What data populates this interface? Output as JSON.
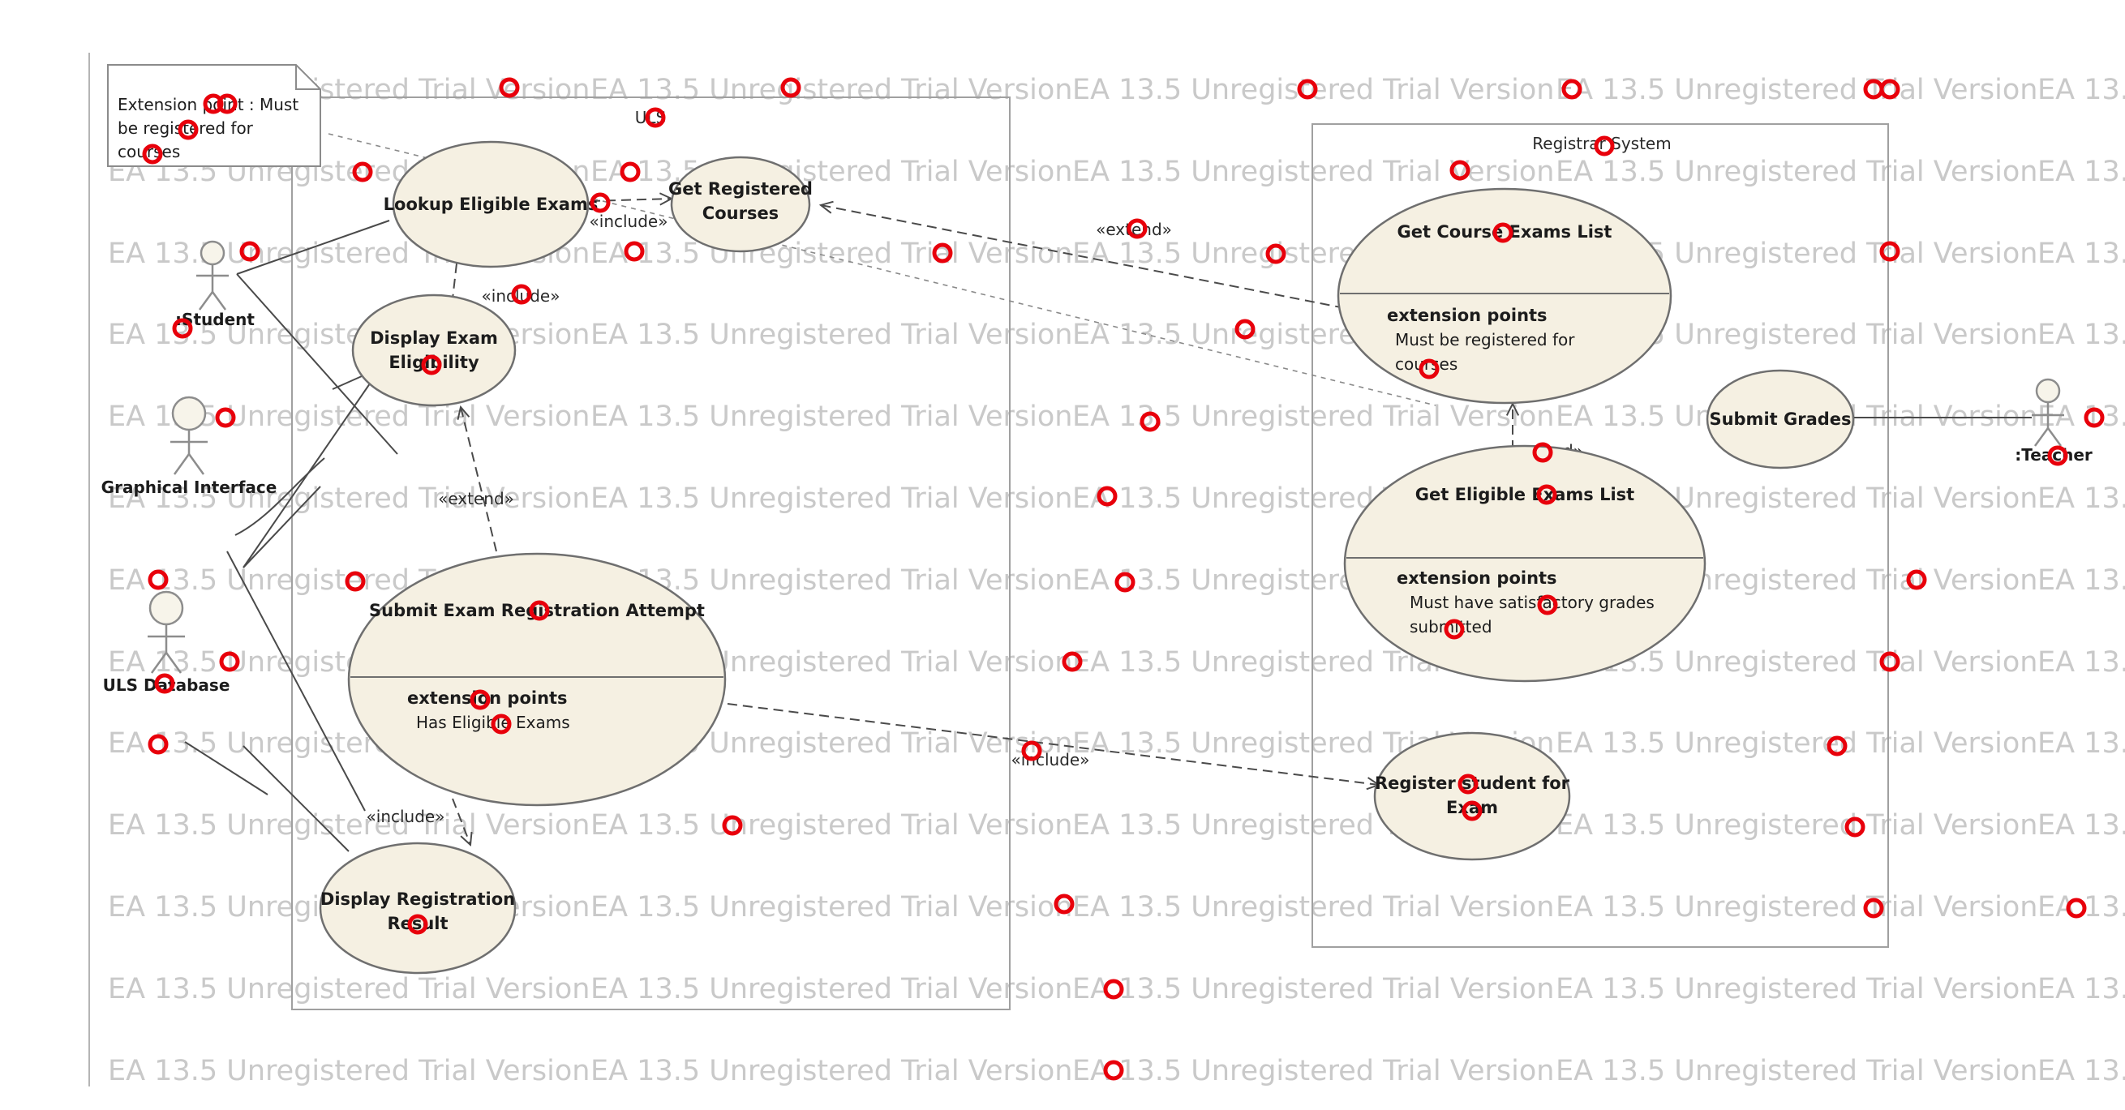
{
  "watermark": "EA 13.5 Unregistered Trial Version",
  "boundaries": {
    "uls": {
      "title": "ULS"
    },
    "registrar": {
      "title": "Registrar System"
    }
  },
  "note": {
    "lines": [
      "Extension point : Must",
      "be registered for",
      "courses"
    ]
  },
  "actors": {
    "student": ":Student",
    "graphical_interface": "Graphical Interface",
    "uls_database": "ULS Database",
    "teacher": ":Teacher"
  },
  "use_cases": {
    "lookup": {
      "lines": [
        "Lookup Eligible Exams"
      ]
    },
    "get_registered": {
      "lines": [
        "Get Registered",
        "Courses"
      ]
    },
    "display_eligibility": {
      "lines": [
        "Display Exam",
        "Eligibility"
      ]
    },
    "submit_attempt": {
      "title": "Submit Exam Registration Attempt",
      "ext_heading": "extension points",
      "ext_lines": [
        "Has Eligible Exams"
      ]
    },
    "display_result": {
      "lines": [
        "Display Registration",
        "Result"
      ]
    },
    "get_course_exams": {
      "title": "Get Course Exams List",
      "ext_heading": "extension points",
      "ext_lines": [
        "Must be registered for",
        "courses"
      ]
    },
    "get_eligible_exams": {
      "title": "Get Eligible Exams List",
      "ext_heading": "extension points",
      "ext_lines": [
        "Must have satisfactory grades",
        "submitted"
      ]
    },
    "register_student": {
      "lines": [
        "Register student for",
        "Exam"
      ]
    },
    "submit_grades": {
      "lines": [
        "Submit Grades"
      ]
    }
  },
  "stereotypes": {
    "include": "«include»",
    "extend": "«extend»"
  },
  "colors": {
    "usecase_fill": "#f5f0e2",
    "watermark": "#c9c9c9",
    "marker": "#e8000b"
  }
}
